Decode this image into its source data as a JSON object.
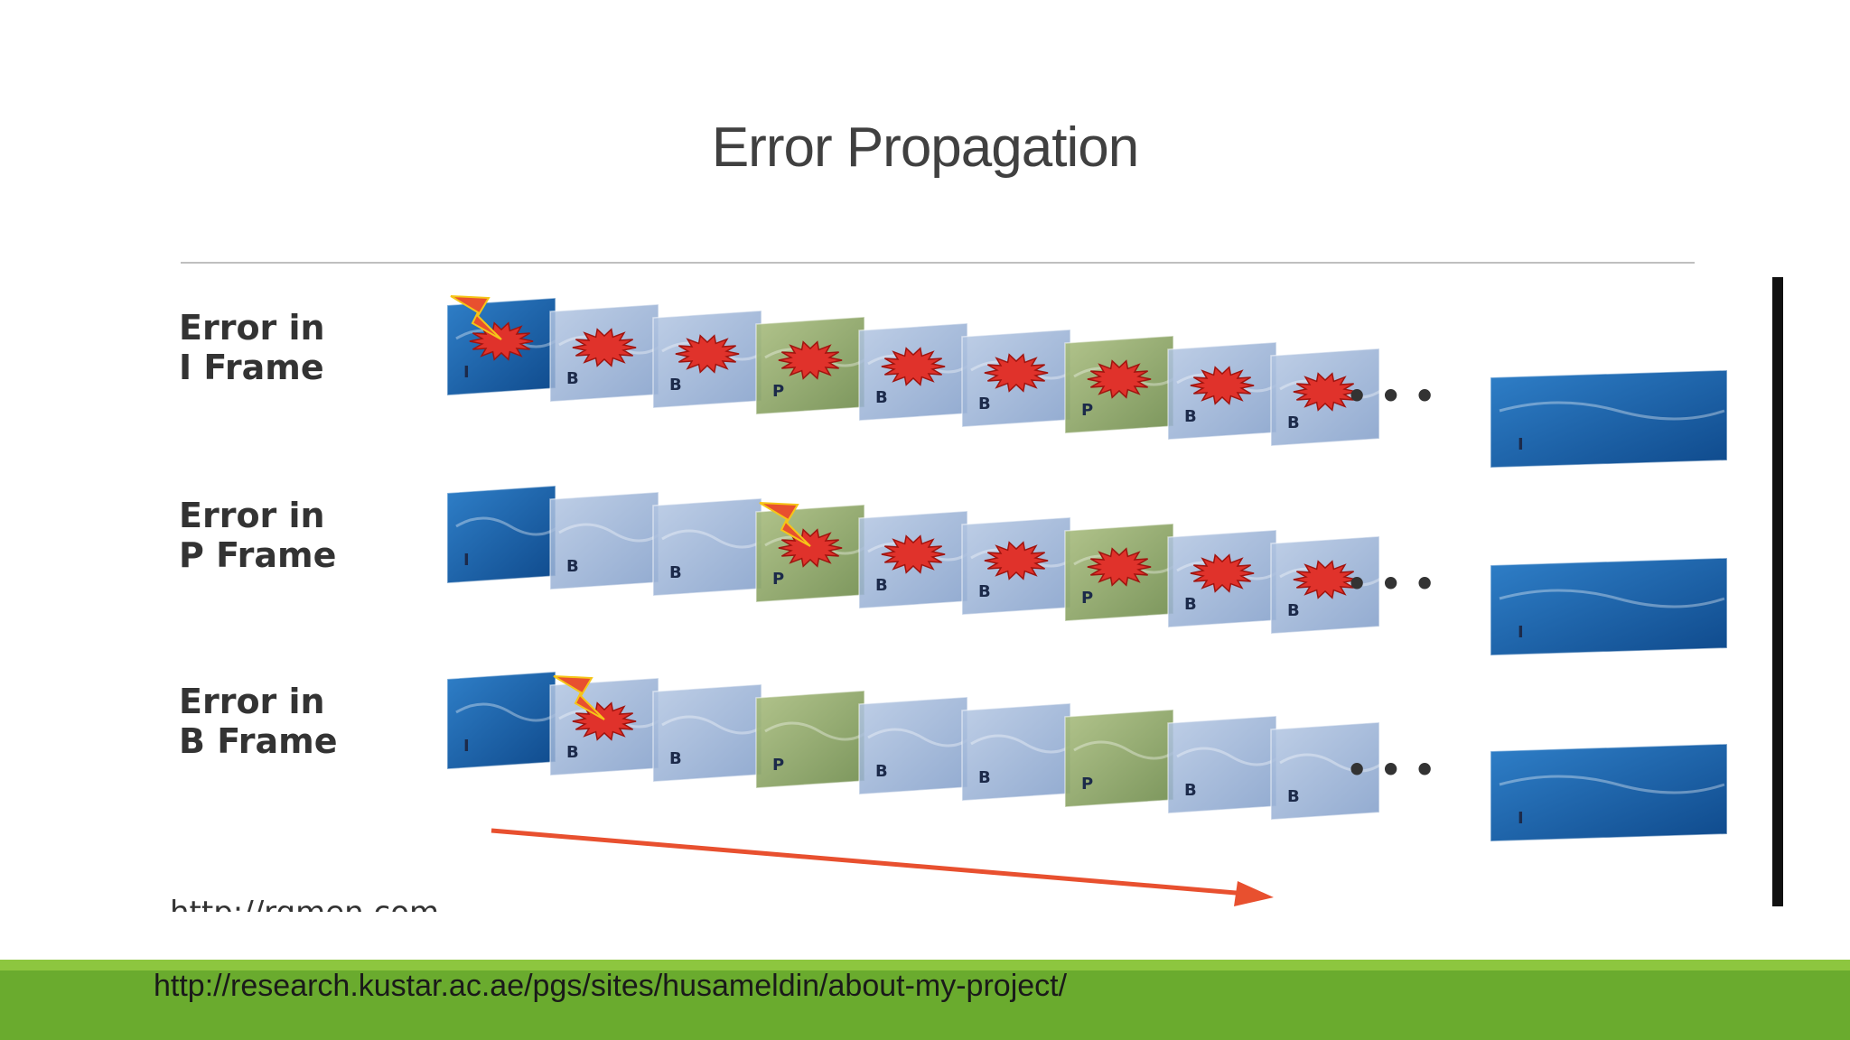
{
  "slide": {
    "title": "Error Propagation",
    "footer_url": "http://research.kustar.ac.ae/pgs/sites/husameldin/about-my-project/"
  },
  "diagram": {
    "image_source_text": "http://rgmen.com",
    "ellipsis": "• • •",
    "rows": [
      {
        "label_line1": "Error in",
        "label_line2": "I Frame",
        "error_at_index": 0,
        "frames": [
          "I",
          "B",
          "B",
          "P",
          "B",
          "B",
          "P",
          "B",
          "B",
          "I"
        ],
        "affected": [
          true,
          true,
          true,
          true,
          true,
          true,
          true,
          true,
          true,
          false
        ]
      },
      {
        "label_line1": "Error in",
        "label_line2": "P Frame",
        "error_at_index": 3,
        "frames": [
          "I",
          "B",
          "B",
          "P",
          "B",
          "B",
          "P",
          "B",
          "B",
          "I"
        ],
        "affected": [
          false,
          false,
          false,
          true,
          true,
          true,
          true,
          true,
          true,
          false
        ]
      },
      {
        "label_line1": "Error in",
        "label_line2": "B Frame",
        "error_at_index": 1,
        "frames": [
          "I",
          "B",
          "B",
          "P",
          "B",
          "B",
          "P",
          "B",
          "B",
          "I"
        ],
        "affected": [
          false,
          true,
          false,
          false,
          false,
          false,
          false,
          false,
          false,
          false
        ]
      }
    ]
  },
  "colors": {
    "i_frame": "#1a5fa8",
    "b_frame": "#8fa9cf",
    "p_frame": "#7f9a5a",
    "error_burst": "#e0322b",
    "arrow": "#e8502f",
    "footer_green": "#6aab2e",
    "footer_light_green": "#8dc63f"
  }
}
